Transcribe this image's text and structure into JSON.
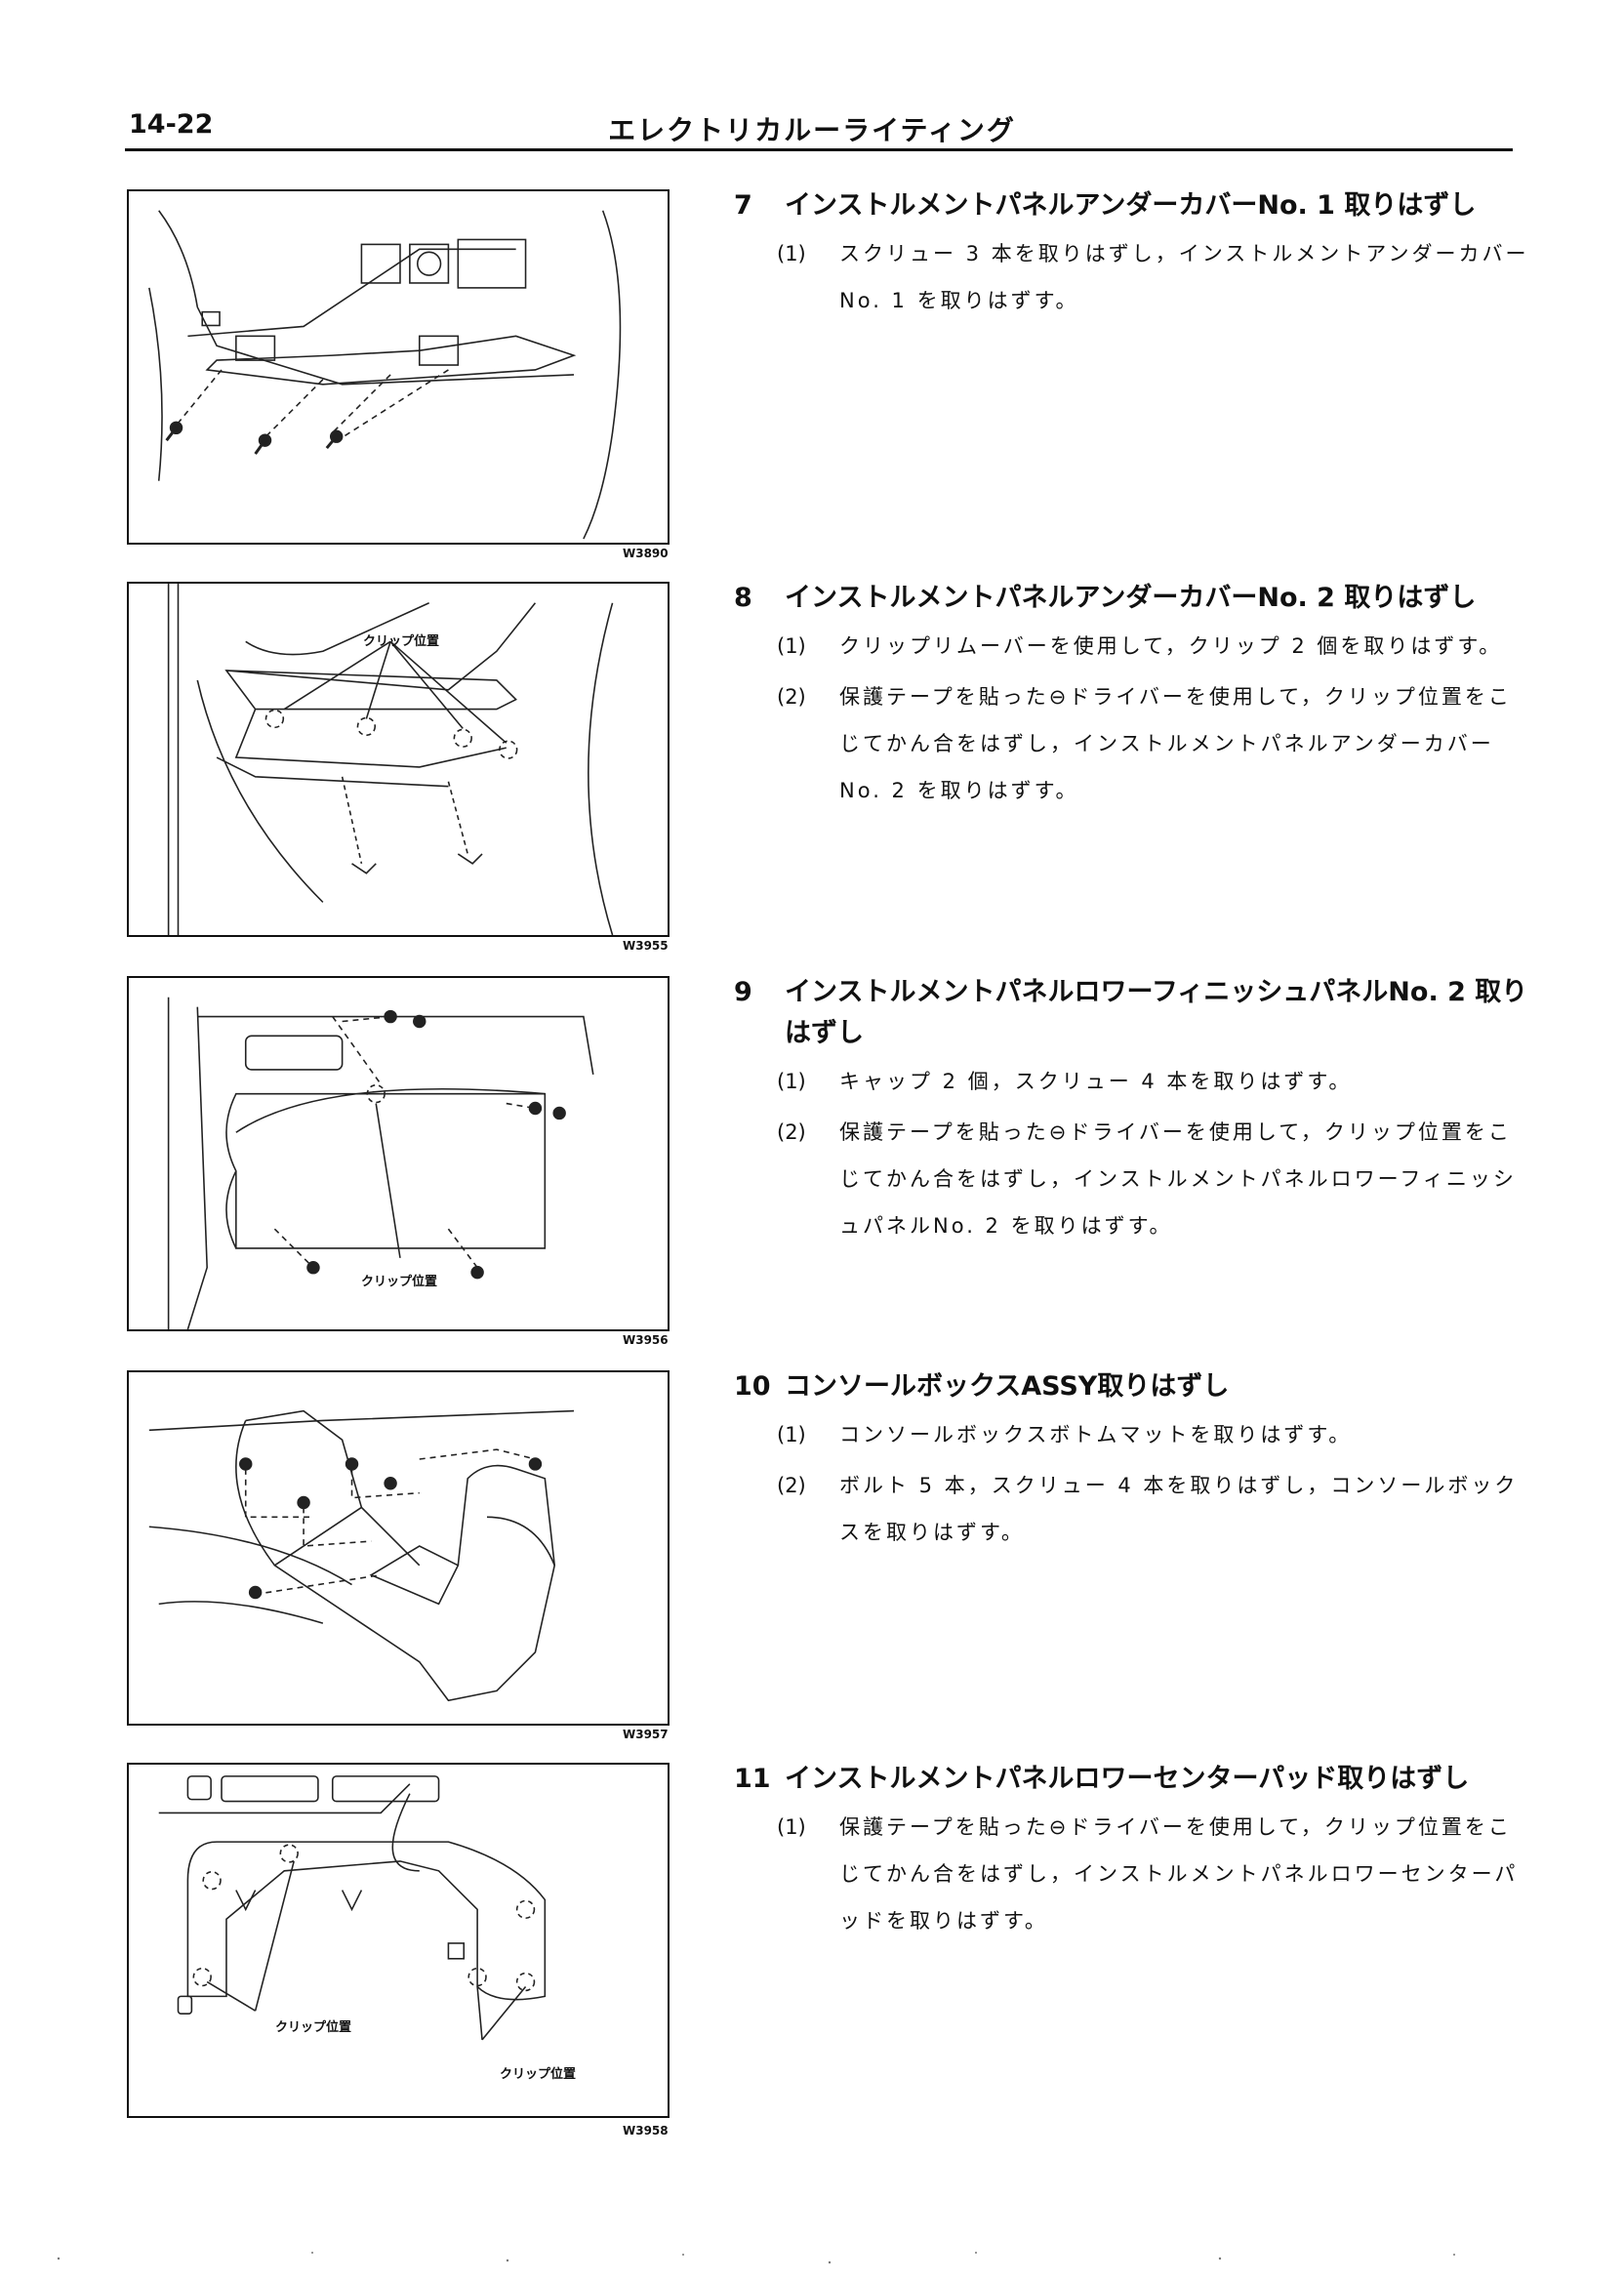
{
  "header": {
    "page_number": "14-22",
    "title": "エレクトリカルーライティング"
  },
  "figures": [
    {
      "id": "W3890",
      "callouts": []
    },
    {
      "id": "W3955",
      "callouts": [
        "クリップ位置"
      ]
    },
    {
      "id": "W3956",
      "callouts": [
        "クリップ位置"
      ]
    },
    {
      "id": "W3957",
      "callouts": []
    },
    {
      "id": "W3958",
      "callouts": [
        "クリップ位置",
        "クリップ位置"
      ]
    }
  ],
  "sections": [
    {
      "number": "7",
      "title": "インストルメントパネルアンダーカバーNo. 1 取りはずし",
      "steps": [
        {
          "num": "(1)",
          "text": "スクリュー 3 本を取りはずし，インストルメントアンダーカバーNo. 1 を取りはずす。"
        }
      ]
    },
    {
      "number": "8",
      "title": "インストルメントパネルアンダーカバーNo. 2 取りはずし",
      "steps": [
        {
          "num": "(1)",
          "text": "クリップリムーバーを使用して，クリップ 2 個を取りはずす。"
        },
        {
          "num": "(2)",
          "text": "保護テープを貼った⊖ドライバーを使用して，クリップ位置をこじてかん合をはずし，インストルメントパネルアンダーカバーNo. 2 を取りはずす。"
        }
      ]
    },
    {
      "number": "9",
      "title": "インストルメントパネルロワーフィニッシュパネルNo. 2 取りはずし",
      "steps": [
        {
          "num": "(1)",
          "text": "キャップ 2 個，スクリュー 4 本を取りはずす。"
        },
        {
          "num": "(2)",
          "text": "保護テープを貼った⊖ドライバーを使用して，クリップ位置をこじてかん合をはずし，インストルメントパネルロワーフィニッシュパネルNo. 2 を取りはずす。"
        }
      ]
    },
    {
      "number": "10",
      "title": "コンソールボックスASSY取りはずし",
      "steps": [
        {
          "num": "(1)",
          "text": "コンソールボックスボトムマットを取りはずす。"
        },
        {
          "num": "(2)",
          "text": "ボルト 5 本，スクリュー 4 本を取りはずし，コンソールボックスを取りはずす。"
        }
      ]
    },
    {
      "number": "11",
      "title": "インストルメントパネルロワーセンターパッド取りはずし",
      "steps": [
        {
          "num": "(1)",
          "text": "保護テープを貼った⊖ドライバーを使用して，クリップ位置をこじてかん合をはずし，インストルメントパネルロワーセンターパッドを取りはずす。"
        }
      ]
    }
  ]
}
